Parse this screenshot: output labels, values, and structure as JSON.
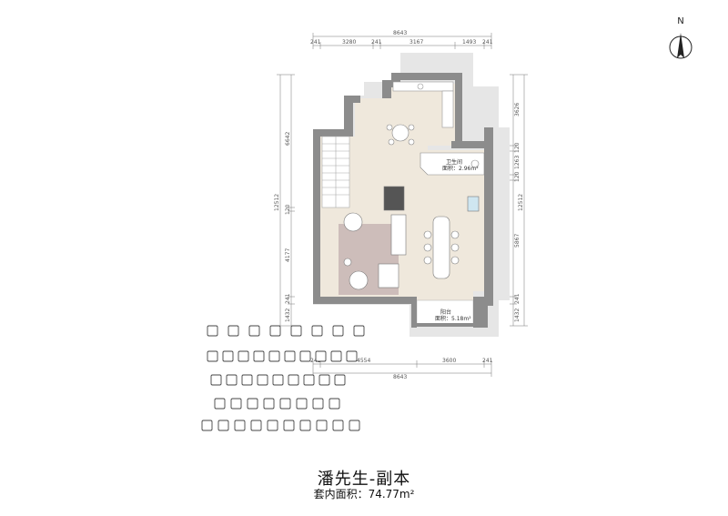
{
  "title": "潘先生-副本",
  "area_text": "套内面积：74.77m²",
  "compass": {
    "label": "N"
  },
  "dims_top": {
    "total": "8643",
    "d1": "241",
    "d2": "3280",
    "d3": "241",
    "d4": "3167",
    "d5": "1493",
    "d6": "241"
  },
  "dims_bottom": {
    "total": "8643",
    "d1": "241",
    "d2": "4554",
    "d3": "3600",
    "d4": "241"
  },
  "dims_left": {
    "total": "12512",
    "d1": "6642",
    "d2": "120",
    "d3": "4177",
    "d4": "241",
    "d5": "1432"
  },
  "dims_right": {
    "total": "12512",
    "d1": "3626",
    "d2": "120",
    "d3": "1263",
    "d4": "120",
    "d5": "5867",
    "d6": "241",
    "d7": "1432"
  },
  "rooms": {
    "bathroom": "卫生间",
    "bathroom_area": "面积：2.96m²",
    "balcony": "阳台",
    "balcony_area": "面积：5.18m²"
  },
  "colors": {
    "wall": "#8c8c8c",
    "floor": "#efe8dc",
    "rug": "#c9b8b6",
    "shadow": "#e4e4e4"
  }
}
